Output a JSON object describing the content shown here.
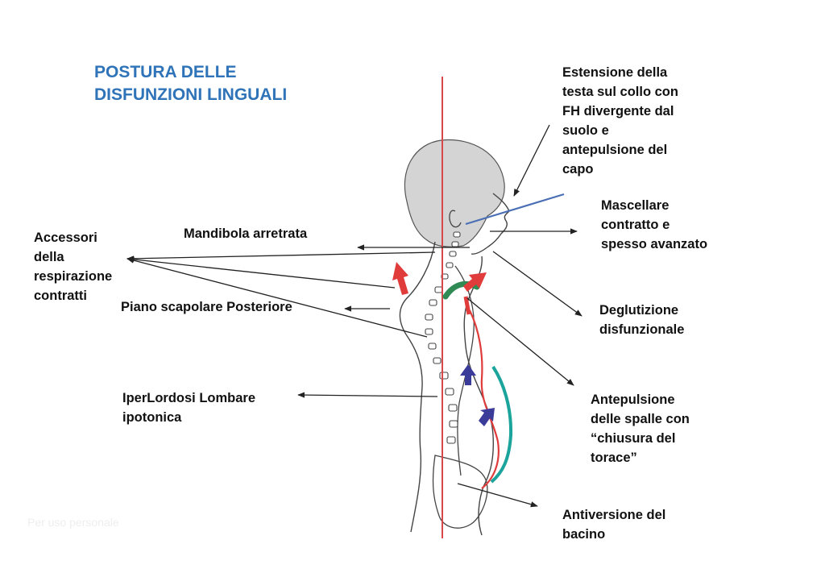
{
  "title": {
    "line1": "POSTURA DELLE",
    "line2": "DISFUNZIONI LINGUALI",
    "color": "#2f73b8"
  },
  "labels": {
    "estensione": [
      "Estensione della",
      "testa sul collo con",
      "FH divergente dal",
      "suolo e",
      "antepulsione del",
      "capo"
    ],
    "mascellare": [
      "Mascellare",
      "contratto e",
      "spesso avanzato"
    ],
    "accessori": [
      "Accessori",
      "della",
      "respirazione",
      "contratti"
    ],
    "mandibola": [
      "Mandibola arretrata"
    ],
    "piano": [
      "Piano scapolare Posteriore"
    ],
    "deglutizione": [
      "Deglutizione",
      "disfunzionale"
    ],
    "iperlordosi": [
      "IperLordosi Lombare",
      "ipotonica"
    ],
    "antepulsione_spalle": [
      "Antepulsione",
      "delle spalle con",
      "“chiusura del",
      "torace”"
    ],
    "antiversione": [
      "Antiversione del",
      "bacino"
    ]
  },
  "watermark": "Per uso personale",
  "colors": {
    "vertical_line": "#d8474a",
    "fh_line": "#4a6fb5",
    "red_arrow": "#e03c3c",
    "blue_arrow": "#3b3b9a",
    "green_curve": "#2f8a54",
    "teal_line": "#1aa49b"
  }
}
